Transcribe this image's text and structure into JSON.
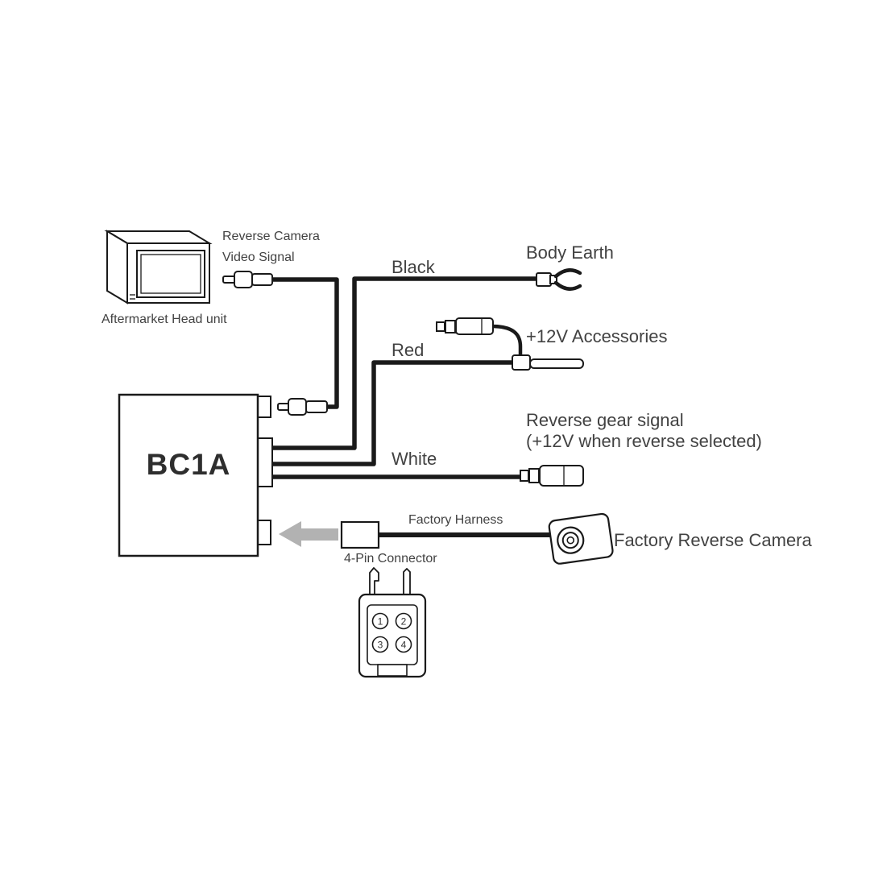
{
  "diagram": {
    "background": "#ffffff",
    "line_color": "#1a1a1a",
    "arrow_color": "#b2b2b2"
  },
  "labels": {
    "video_signal_line1": "Reverse Camera",
    "video_signal_line2": "Video Signal",
    "head_unit": "Aftermarket Head unit",
    "black_wire": "Black",
    "body_earth": "Body Earth",
    "accessories": "+12V Accessories",
    "red_wire": "Red",
    "unit_name": "BC1A",
    "reverse_signal_line1": "Reverse gear signal",
    "reverse_signal_line2": "(+12V when reverse selected)",
    "white_wire": "White",
    "factory_harness": "Factory Harness",
    "four_pin_connector": "4-Pin Connector",
    "factory_camera": "Factory Reverse Camera"
  },
  "connector_pins": {
    "p1": "1",
    "p2": "2",
    "p3": "3",
    "p4": "4"
  }
}
